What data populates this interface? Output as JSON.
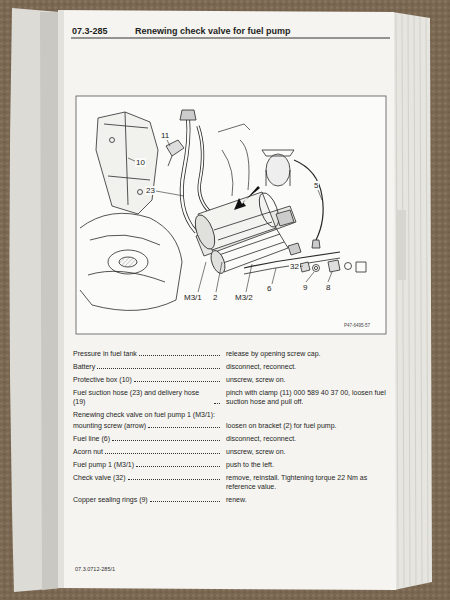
{
  "diagram": {
    "title": "Renewing check valve for fuel pump",
    "labels": [
      "07.3-285",
      "11",
      "10",
      "23",
      "5",
      "M3/1",
      "2",
      "M3/2",
      "6",
      "32",
      "9",
      "8",
      "P47-6495-57",
      "Pressure in fuel tank",
      "release by opening screw cap.",
      "Battery",
      "disconnect, reconnect.",
      "Protective box (10)",
      "unscrew, screw on.",
      "Fuel suction hose (23) and delivery hose (19)",
      "pinch with clamp (11) 000 589 40 37 00, loosen fuel suction hose and pull off.",
      "Renewing check valve on fuel pump 1 (M3/1):",
      "mounting screw (arrow)",
      "loosen on bracket (2) for fuel pump.",
      "Fuel line (6)",
      "disconnect, reconnect.",
      "Acorn nut",
      "unscrew, screw on.",
      "Fuel pump 1 (M3/1)",
      "push to the left.",
      "Check valve (32)",
      "remove, reinstall. Tightening torque 22 Nm as reference value.",
      "Copper sealing rings (9)",
      "renew.",
      "07.3.0712-285/1"
    ]
  }
}
